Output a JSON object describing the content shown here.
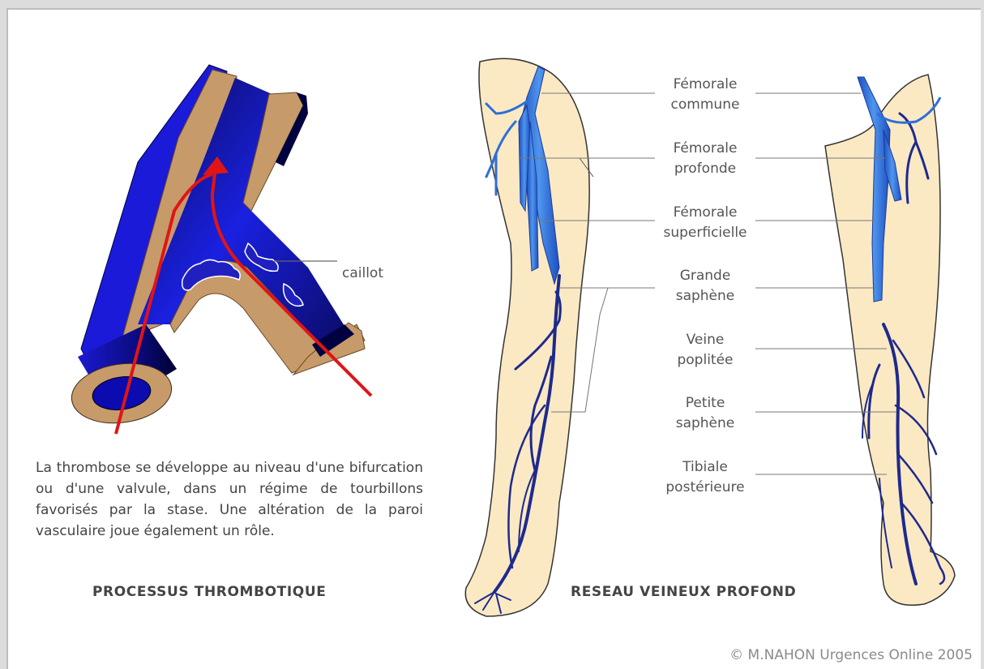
{
  "labels": {
    "clot": "caillot",
    "femorale_commune": [
      "Fémorale",
      "commune"
    ],
    "femorale_profonde": [
      "Fémorale",
      "profonde"
    ],
    "femorale_superficielle": [
      "Fémorale",
      "superficielle"
    ],
    "grande_saphene": [
      "Grande",
      "saphène"
    ],
    "veine_poplitee": [
      "Veine",
      "poplitée"
    ],
    "petite_saphene": [
      "Petite",
      "saphène"
    ],
    "tibiale_posterieure": [
      "Tibiale",
      "postérieure"
    ]
  },
  "description": "La thrombose se développe au niveau d'une bifurcation ou d'une valvule, dans un régime de tourbillons favorisés par la stase. Une altération de la paroi vasculaire joue également un rôle.",
  "headings": {
    "left": "PROCESSUS THROMBOTIQUE",
    "right": "RESEAU VEINEUX PROFOND"
  },
  "credit": "© M.NAHON  Urgences Online 2005",
  "colors": {
    "skin": "#fbe9c4",
    "vessel_wall": "#c79a6a",
    "deep_vein": "#1e2a8c",
    "bright_vein": "#2e6fd6",
    "lumen": "#1a20d8",
    "arrow": "#e01515"
  }
}
